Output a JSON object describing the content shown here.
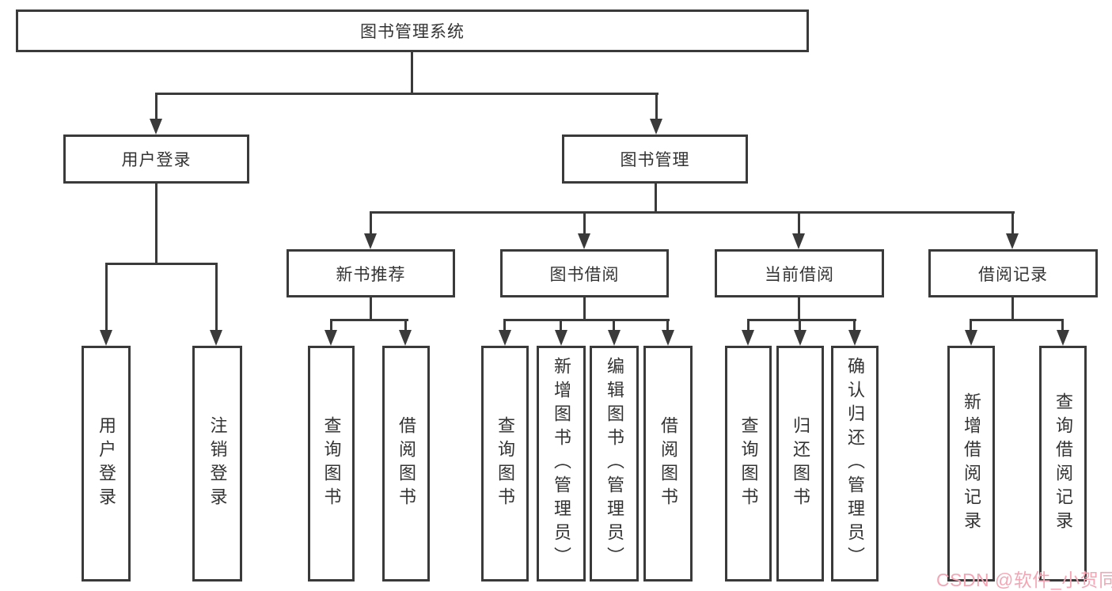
{
  "diagram": {
    "root": {
      "label": "图书管理系统",
      "children": [
        {
          "label": "用户登录",
          "children": [
            {
              "label": "用户登录"
            },
            {
              "label": "注销登录"
            }
          ]
        },
        {
          "label": "图书管理",
          "children": [
            {
              "label": "新书推荐",
              "children": [
                {
                  "label": "查询图书"
                },
                {
                  "label": "借阅图书"
                }
              ]
            },
            {
              "label": "图书借阅",
              "children": [
                {
                  "label": "查询图书"
                },
                {
                  "label": "新增图书（管理员）"
                },
                {
                  "label": "编辑图书（管理员）"
                },
                {
                  "label": "借阅图书"
                }
              ]
            },
            {
              "label": "当前借阅",
              "children": [
                {
                  "label": "查询图书"
                },
                {
                  "label": "归还图书"
                },
                {
                  "label": "确认归还（管理员）"
                }
              ]
            },
            {
              "label": "借阅记录",
              "children": [
                {
                  "label": "新增借阅记录"
                },
                {
                  "label": "查询借阅记录"
                }
              ]
            }
          ]
        }
      ]
    },
    "watermark": "CSDN @软件_小贺同学",
    "colors": {
      "line": "#3a3a3a",
      "text": "#333333",
      "watermark": "#f4a6b5",
      "background": "#ffffff"
    }
  }
}
